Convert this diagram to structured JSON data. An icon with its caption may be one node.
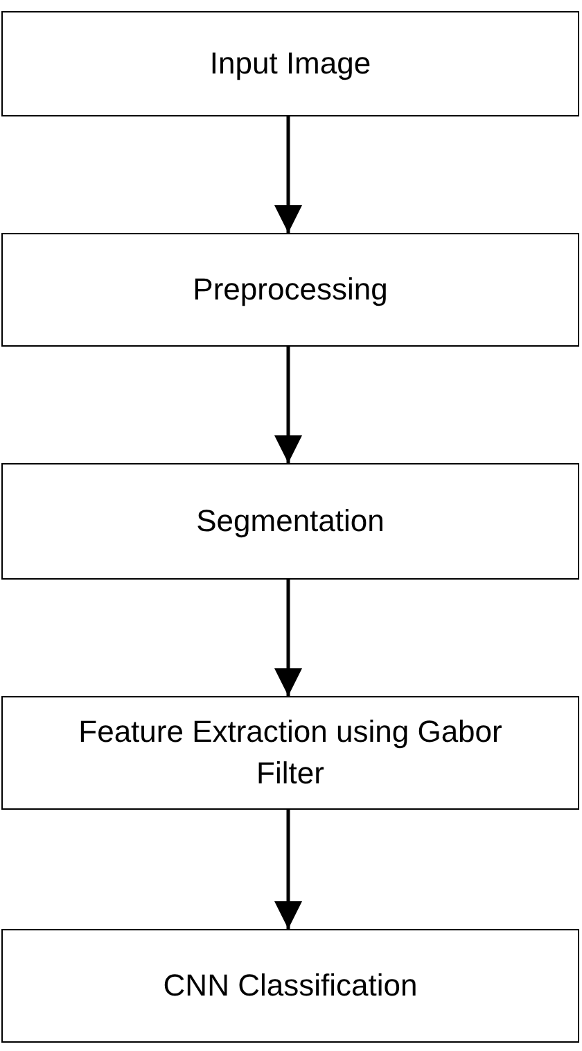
{
  "diagram": {
    "nodes": [
      {
        "text": [
          "Input Image"
        ]
      },
      {
        "text": [
          "Preprocessing"
        ]
      },
      {
        "text": [
          "Segmentation"
        ]
      },
      {
        "text": [
          "Feature Extraction using Gabor Filter"
        ]
      },
      {
        "text": [
          "CNN Classification"
        ]
      }
    ],
    "edges": [
      {
        "from": 0,
        "to": 1,
        "arrow": "to"
      },
      {
        "from": 1,
        "to": 2,
        "arrow": "to"
      },
      {
        "from": 2,
        "to": 3,
        "arrow": "to"
      },
      {
        "from": 3,
        "to": 4,
        "arrow": "to"
      }
    ]
  }
}
